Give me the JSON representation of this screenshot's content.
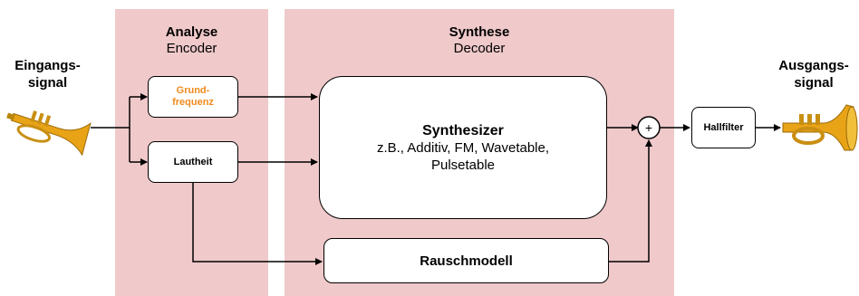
{
  "input": {
    "line1": "Eingangs-",
    "line2": "signal"
  },
  "output": {
    "line1": "Ausgangs-",
    "line2": "signal"
  },
  "analyse": {
    "title": "Analyse",
    "subtitle": "Encoder"
  },
  "synthese": {
    "title": "Synthese",
    "subtitle": "Decoder"
  },
  "blocks": {
    "grundfrequenz_1": "Grund-",
    "grundfrequenz_2": "frequenz",
    "lautheit": "Lautheit",
    "synthesizer_title": "Synthesizer",
    "synthesizer_1": "z.B., Additiv, FM, Wavetable,",
    "synthesizer_2": "Pulsetable",
    "rauschmodell": "Rauschmodell",
    "sum": "+",
    "hallfilter": "Hallfilter"
  },
  "colors": {
    "panel": "#f0c9ca",
    "accent": "#f08a1c",
    "trumpet": "#e8a317"
  },
  "icons": {
    "input": "trumpet-icon",
    "output": "trumpet-icon"
  }
}
